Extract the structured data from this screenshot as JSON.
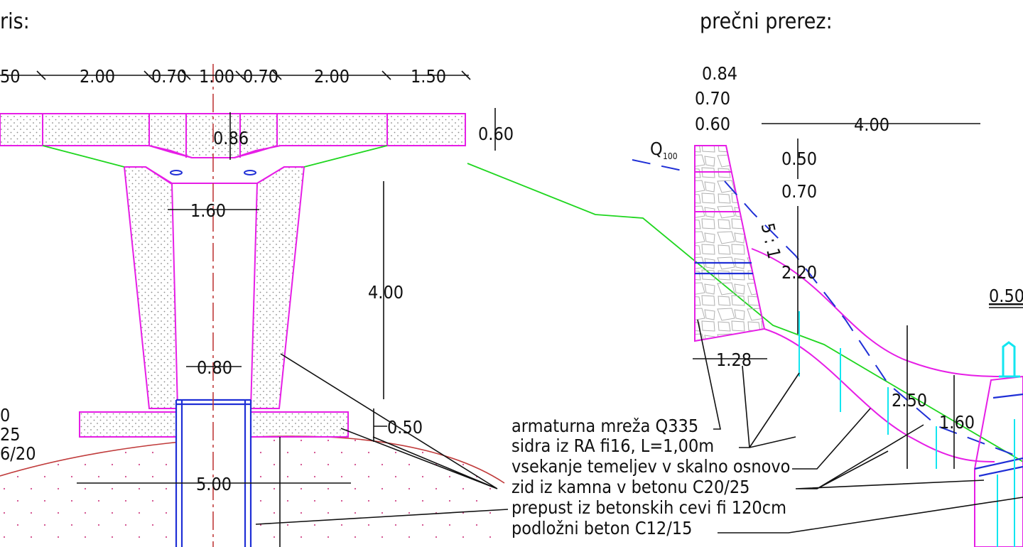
{
  "titles": {
    "left": "ris:",
    "right": "prečni prerez:"
  },
  "plan_dims": {
    "top_row": [
      "50",
      "2.00",
      "0.70",
      "1.00",
      "0.70",
      "2.00",
      "1.50"
    ],
    "thick_cap": "0.86",
    "side_thick": "0.60",
    "inner_width": "1.60",
    "wing_length": "4.00",
    "wall_thick": "0.80",
    "foot_thick": "0.50",
    "foot_width": "5.00",
    "left_edge": [
      "0",
      "25",
      "6/20"
    ]
  },
  "section_dims": {
    "top_widths": [
      "0.84",
      "0.70",
      "0.60"
    ],
    "q_label": "Q",
    "q_sub": "100",
    "crest": "4.00",
    "d050": "0.50",
    "d070": "0.70",
    "slope": "5 : 1",
    "h220": "2.20",
    "base": "1.28",
    "h250": "2.50",
    "h160": "1.60",
    "right_050": "0.50"
  },
  "legend": [
    "armaturna mreža Q335",
    "sidra iz RA fi16, L=1,00m",
    "vsekanje temeljev v skalno osnovo",
    "zid iz kamna v betonu C20/25",
    "prepust iz betonskih cevi fi 120cm",
    "podložni beton C12/15"
  ],
  "colors": {
    "outline": "#e61ee6",
    "pipe": "#1f2fd6",
    "ground": "#1fd61f",
    "anchor": "#12e6f0",
    "axis": "#c03b3b",
    "dimension": "#111111"
  }
}
